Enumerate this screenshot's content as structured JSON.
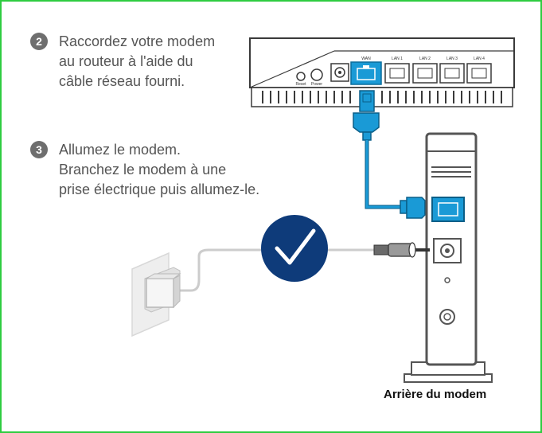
{
  "steps": [
    {
      "number": "2",
      "lines": [
        "Raccordez votre modem",
        "au routeur à l'aide du",
        "câble réseau fourni."
      ]
    },
    {
      "number": "3",
      "lines": [
        "Allumez le modem.",
        "Branchez le modem à une",
        "prise électrique puis allumez-le."
      ]
    }
  ],
  "router": {
    "reset_label": "Reset",
    "power_label": "Power",
    "wan_label": "WAN",
    "lan_labels": [
      "LAN 1",
      "LAN 2",
      "LAN 3",
      "LAN 4"
    ]
  },
  "caption": "Arrière du modem",
  "colors": {
    "accent_blue": "#1a9ad6",
    "check_circle": "#0e3b7a",
    "frame_border": "#2ecc40",
    "cable_gray": "#c8c8c8",
    "device_gray": "#555555"
  },
  "icons": [
    "checkmark-icon"
  ]
}
